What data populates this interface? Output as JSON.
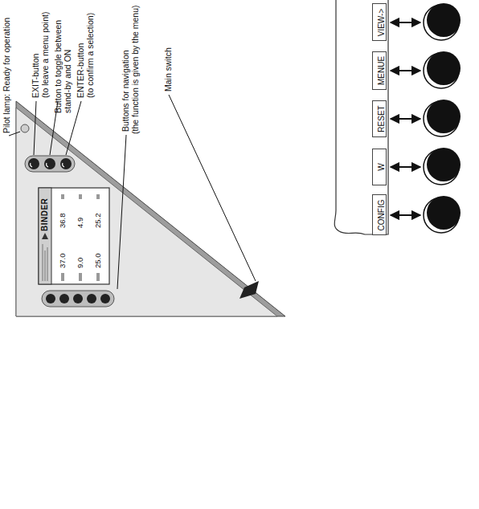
{
  "diagram": {
    "nodes": [
      {
        "text": [
          "BINDER",
          "37.0",
          "36.8",
          "9.0",
          "4.9",
          "25.0",
          "25.2"
        ]
      },
      {
        "text": [
          "CONFIG"
        ]
      },
      {
        "text": [
          "W"
        ]
      },
      {
        "text": [
          "RESET"
        ]
      },
      {
        "text": [
          "MENUE"
        ]
      },
      {
        "text": [
          "VIEW->"
        ]
      }
    ],
    "labels": [
      "Pilot lamp: Ready for operation",
      "EXIT-button",
      "(to leave a menu point)",
      "Button to toggle between stand-by and ON",
      "ENTER-button",
      "(to confirm a selection)",
      "Buttons for navigation",
      "(the function is given by the menu)",
      "Main switch"
    ]
  }
}
